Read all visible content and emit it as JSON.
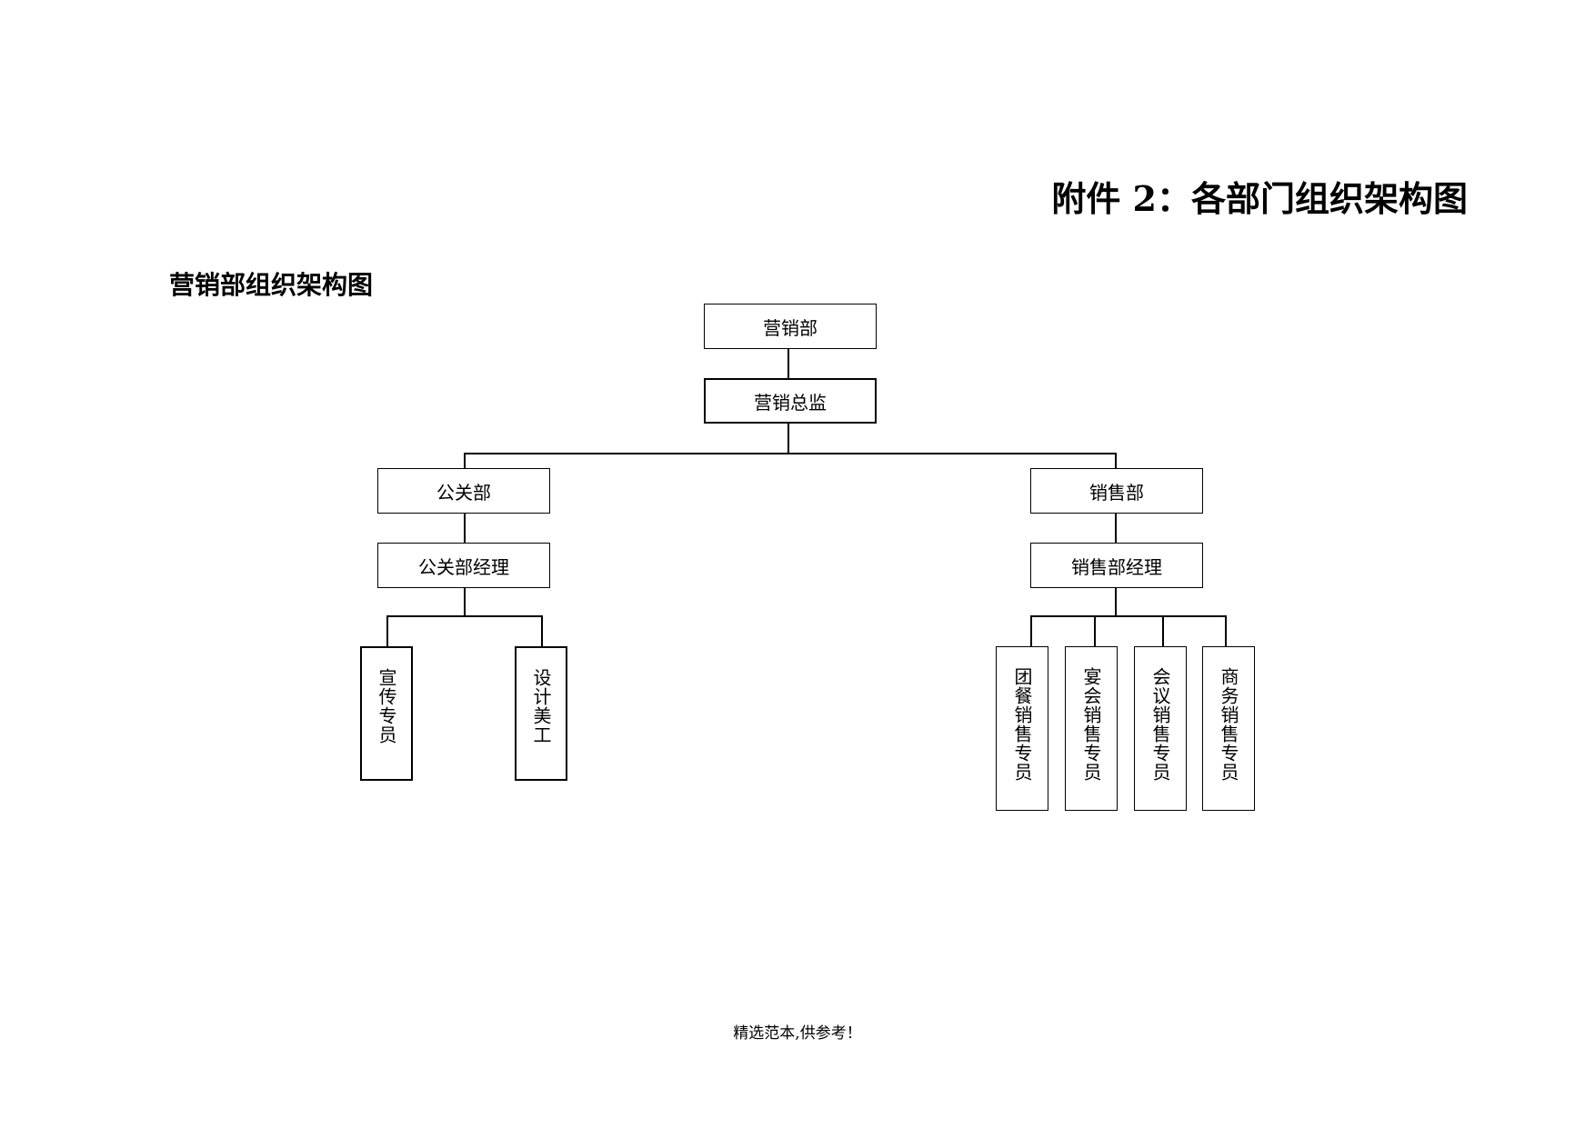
{
  "main_title": "附件 2：各部门组织架构图",
  "section_title": "营销部组织架构图",
  "org": {
    "dept": "营销部",
    "director": "营销总监",
    "pr_dept": "公关部",
    "pr_manager": "公关部经理",
    "pr_staff": [
      "宣传专员",
      "设计美工"
    ],
    "sales_dept": "销售部",
    "sales_manager": "销售部经理",
    "sales_staff": [
      "团餐销售专员",
      "宴会销售专员",
      "会议销售专员",
      "商务销售专员"
    ]
  },
  "footer": "精选范本,供参考！"
}
